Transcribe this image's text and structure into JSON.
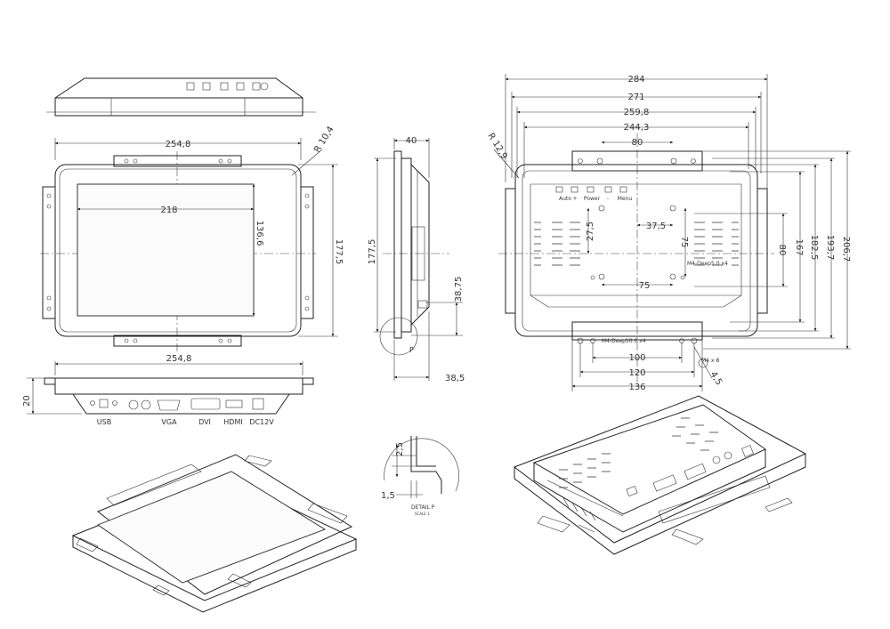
{
  "top_view": {
    "width": "254,8",
    "height": "177,5",
    "active_width": "218",
    "active_height": "136,6",
    "corner_radius": "R 10,4"
  },
  "side_view": {
    "depth": "40",
    "height": "177,5",
    "bracket_offset": "38,75",
    "bracket_depth": "38,5",
    "detail_marker": "P"
  },
  "rear_view": {
    "overall_widths": [
      "284",
      "271",
      "259,8",
      "244,3"
    ],
    "vesa_top": "80",
    "vesa_half": "37,5",
    "dim_27_5": "27,5",
    "dim_75_v": "75",
    "dim_75_h": "75",
    "corner_radius": "R 12,9",
    "heights": [
      "80",
      "167",
      "182,5",
      "193,7",
      "206,7"
    ],
    "bottom_widths": [
      "100",
      "120",
      "136"
    ],
    "angle": "4,5",
    "button_labels": [
      "Auto",
      "+",
      "Power",
      "-",
      "Menu"
    ],
    "screw_notes": [
      "M4-Deep10.0 x4",
      "M4-Deep5.0 x4",
      "M4 x 8"
    ]
  },
  "front_view": {
    "width": "254,8",
    "height": "20",
    "port_labels": [
      "USB",
      "VGA",
      "DVI",
      "HDMI",
      "DC12V"
    ]
  },
  "detail": {
    "dim_a": "2,5",
    "dim_b": "1,5",
    "title": "DETAIL P",
    "scale": "SCALE 1"
  }
}
